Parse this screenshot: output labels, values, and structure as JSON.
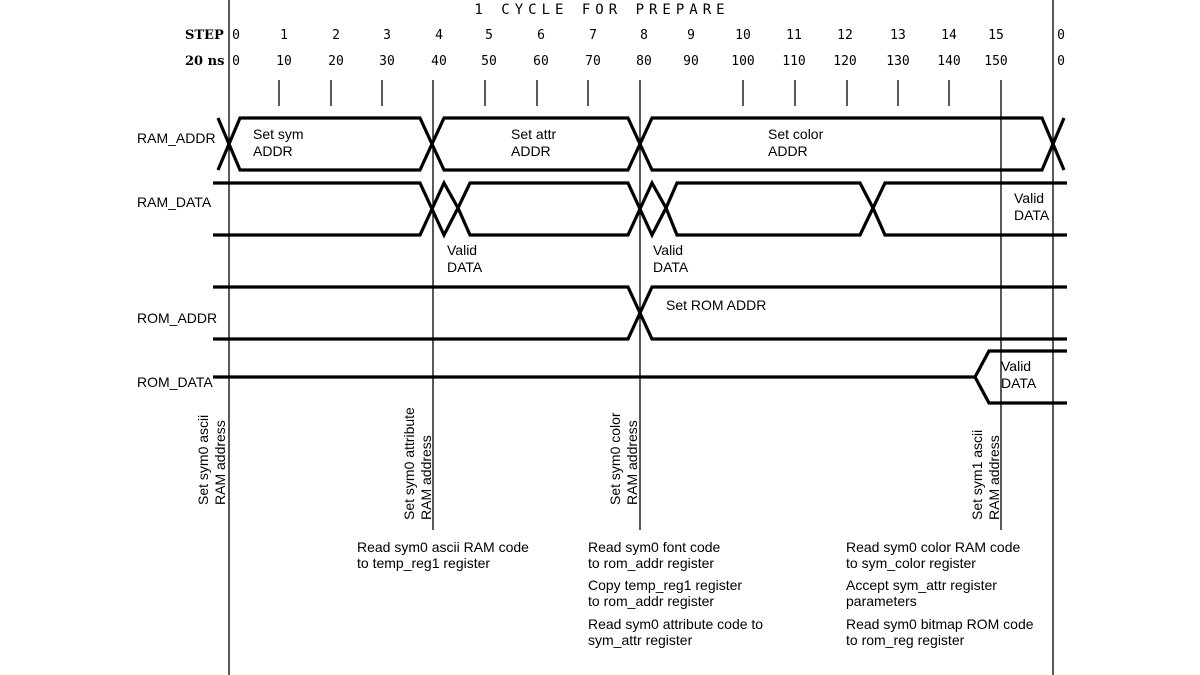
{
  "title": "1 CYCLE FOR PREPARE",
  "header": {
    "step_label": "STEP",
    "ns_label": "20 ns",
    "steps": [
      "0",
      "1",
      "2",
      "3",
      "4",
      "5",
      "6",
      "7",
      "8",
      "9",
      "10",
      "11",
      "12",
      "13",
      "14",
      "15",
      "0"
    ],
    "ns": [
      "0",
      "10",
      "20",
      "30",
      "40",
      "50",
      "60",
      "70",
      "80",
      "90",
      "100",
      "110",
      "120",
      "130",
      "140",
      "150",
      "0"
    ]
  },
  "signals": [
    "RAM_ADDR",
    "RAM_DATA",
    "ROM_ADDR",
    "ROM_DATA"
  ],
  "labels": {
    "ram_addr_seg1": [
      "Set sym",
      "ADDR"
    ],
    "ram_addr_seg2": [
      "Set attr",
      "ADDR"
    ],
    "ram_addr_seg3": [
      "Set color",
      "ADDR"
    ],
    "ram_data_valid1": [
      "Valid",
      "DATA"
    ],
    "ram_data_valid2": [
      "Valid",
      "DATA"
    ],
    "ram_data_valid3": [
      "Valid",
      "DATA"
    ],
    "rom_addr_seg": "Set ROM ADDR",
    "rom_data_valid": [
      "Valid",
      "DATA"
    ]
  },
  "markers": {
    "m0": [
      "Set sym0 ascii",
      "RAM address"
    ],
    "m40": [
      "Set sym0 attribute",
      "RAM address"
    ],
    "m80": [
      "Set sym0 color",
      "RAM address"
    ],
    "m150": [
      "Set sym1 ascii",
      "RAM address"
    ]
  },
  "notes": {
    "col1": [
      [
        "Read sym0 ascii RAM code",
        "to temp_reg1 register"
      ]
    ],
    "col2": [
      [
        "Read sym0 font code",
        "to rom_addr register"
      ],
      [
        "Copy temp_reg1 register",
        "to rom_addr register"
      ],
      [
        "Read sym0 attribute code to",
        "sym_attr register"
      ]
    ],
    "col3": [
      [
        "Read sym0 color RAM code",
        "to sym_color register"
      ],
      [
        "Accept sym_attr register",
        "parameters"
      ],
      [
        "Read sym0 bitmap ROM code",
        "to rom_reg register"
      ]
    ]
  }
}
